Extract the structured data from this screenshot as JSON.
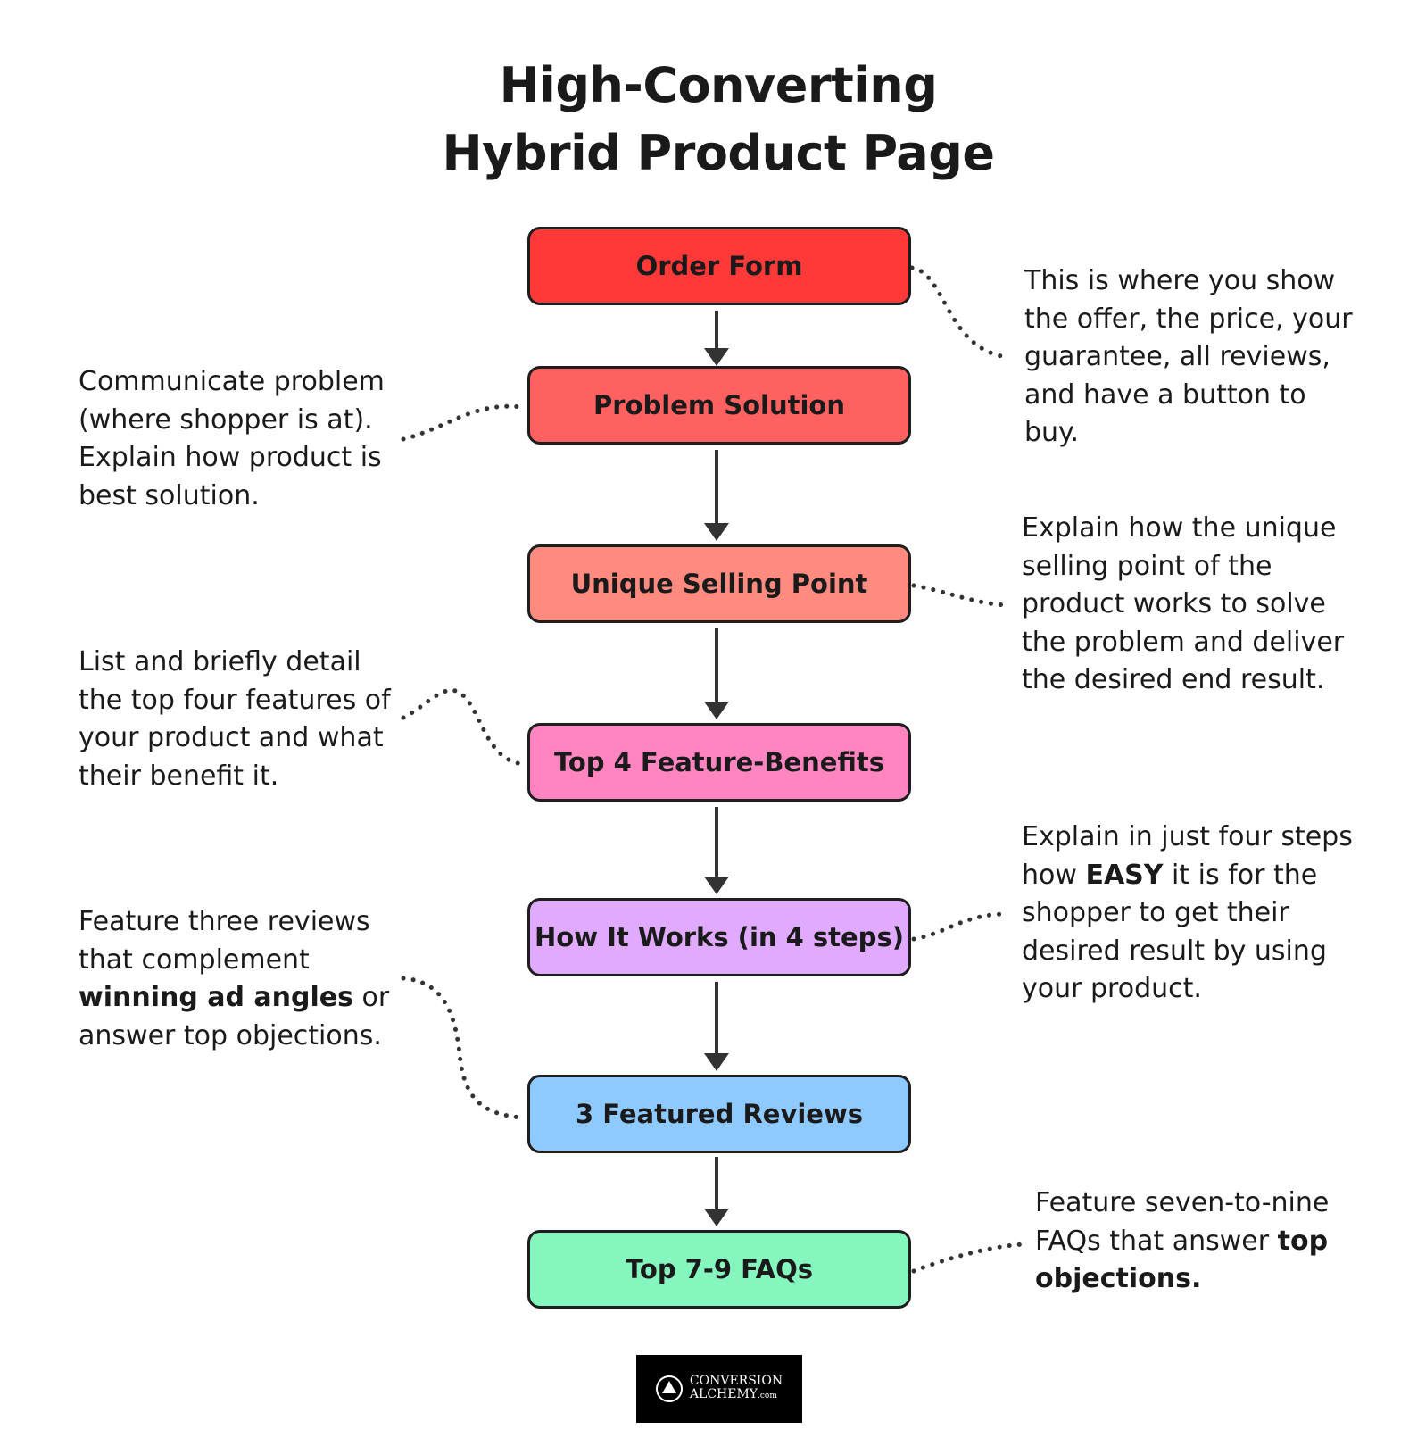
{
  "title": {
    "line1": "High-Converting",
    "line2": "Hybrid Product Page"
  },
  "steps": [
    {
      "label": "Order Form",
      "color": "#ff3838"
    },
    {
      "label": "Problem Solution",
      "color": "#ff6161"
    },
    {
      "label": "Unique Selling Point",
      "color": "#ff8a80"
    },
    {
      "label": "Top 4 Feature-Benefits",
      "color": "#ff85c0"
    },
    {
      "label": "How It Works (in 4 steps)",
      "color": "#e0aaff"
    },
    {
      "label": "3 Featured Reviews",
      "color": "#8ec9ff"
    },
    {
      "label": "Top 7-9 FAQs",
      "color": "#85f7be"
    }
  ],
  "notes": {
    "order_form": [
      "This is where you show",
      "the offer, the price, your",
      "guarantee, all reviews,",
      "and have a button to",
      "buy."
    ],
    "problem_solution": [
      "Communicate problem",
      "(where shopper is at).",
      "Explain how product is",
      "best solution."
    ],
    "unique_selling_point": [
      "Explain how the unique",
      "selling point of the",
      "product works to solve",
      "the problem and deliver",
      "the desired end result."
    ],
    "feature_benefits": [
      "List and briefly detail",
      "the top four features of",
      "your product and what",
      "their benefit it."
    ],
    "how_it_works": {
      "line1": "Explain in just four steps",
      "line2_pre": "how ",
      "line2_bold": "EASY",
      "line2_post": " it is for the",
      "line3": "shopper to get their",
      "line4": "desired result by using",
      "line5": "your product."
    },
    "featured_reviews": {
      "line1": "Feature three reviews",
      "line2": "that complement",
      "line3_bold": "winning ad angles",
      "line3_post": " or",
      "line4": "answer top objections."
    },
    "faqs": {
      "line1": "Feature seven-to-nine",
      "line2_pre": "FAQs that answer ",
      "line2_bold": "top",
      "line3_bold": "objections."
    }
  },
  "logo": {
    "line1": "CONVERSION",
    "line2": "ALCHEMY",
    "suffix": ".com"
  },
  "colors": {
    "stroke": "#333333",
    "text": "#1a1a1a"
  }
}
